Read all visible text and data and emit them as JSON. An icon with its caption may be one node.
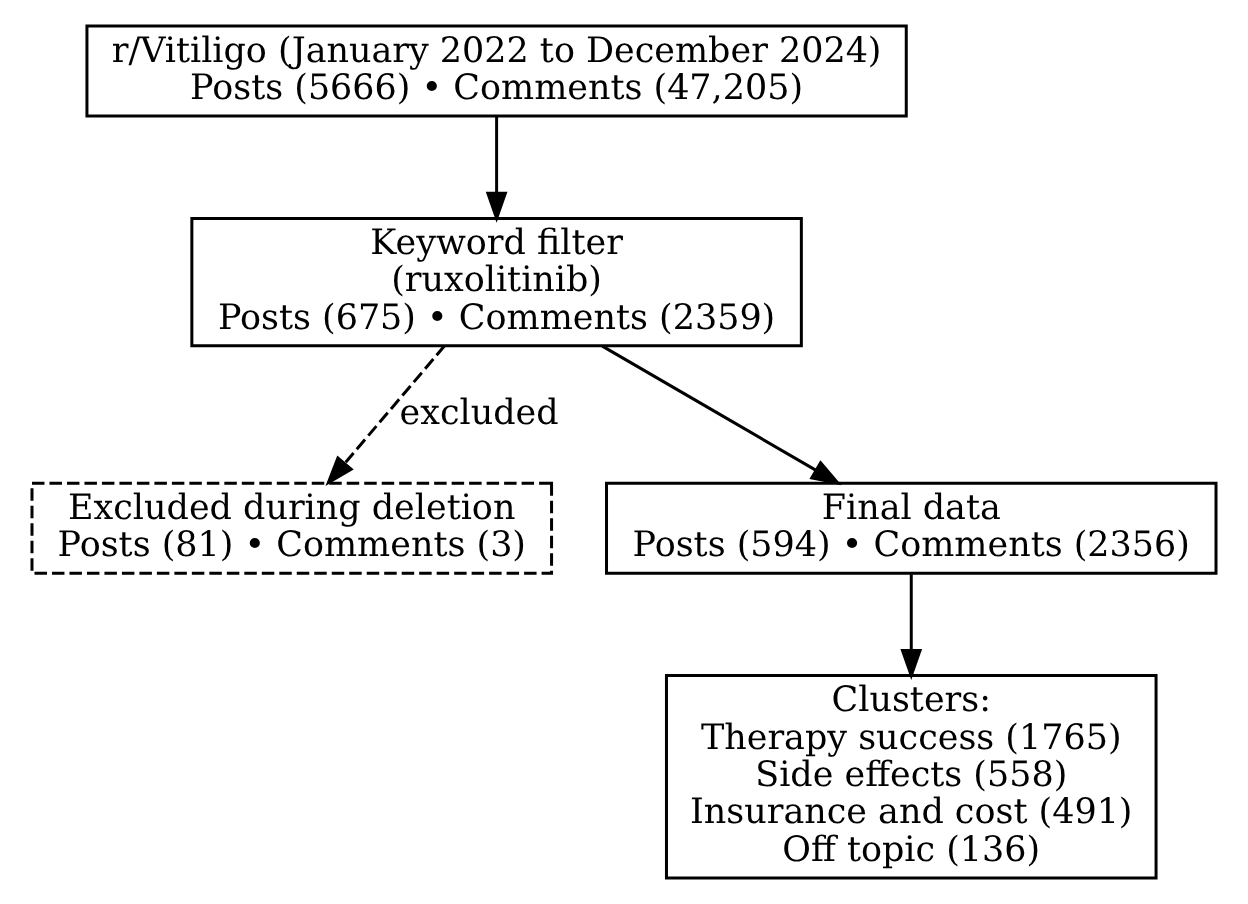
{
  "diagram": {
    "nodes": [
      {
        "text": [
          "r/Vitiligo (January 2022 to December 2024)",
          "Posts (5666) • Comments (47,205)"
        ]
      },
      {
        "text": [
          "Keyword filter",
          "(ruxolitinib)",
          "Posts (675) • Comments (2359)"
        ]
      },
      {
        "text": [
          "Excluded during deletion",
          "Posts (81) • Comments (3)"
        ]
      },
      {
        "text": [
          "Final data",
          "Posts (594) • Comments (2356)"
        ]
      },
      {
        "text": [
          "Clusters:",
          "Therapy success (1765)",
          "Side effects (558)",
          "Insurance and cost (491)",
          "Off topic (136)"
        ]
      }
    ],
    "edges": [
      {
        "from": 0,
        "to": 1,
        "arrow": "to"
      },
      {
        "from": 1,
        "to": 2,
        "arrow": "to",
        "label": "excluded",
        "style": "dashed"
      },
      {
        "from": 1,
        "to": 3,
        "arrow": "to"
      },
      {
        "from": 3,
        "to": 4,
        "arrow": "to"
      }
    ]
  }
}
